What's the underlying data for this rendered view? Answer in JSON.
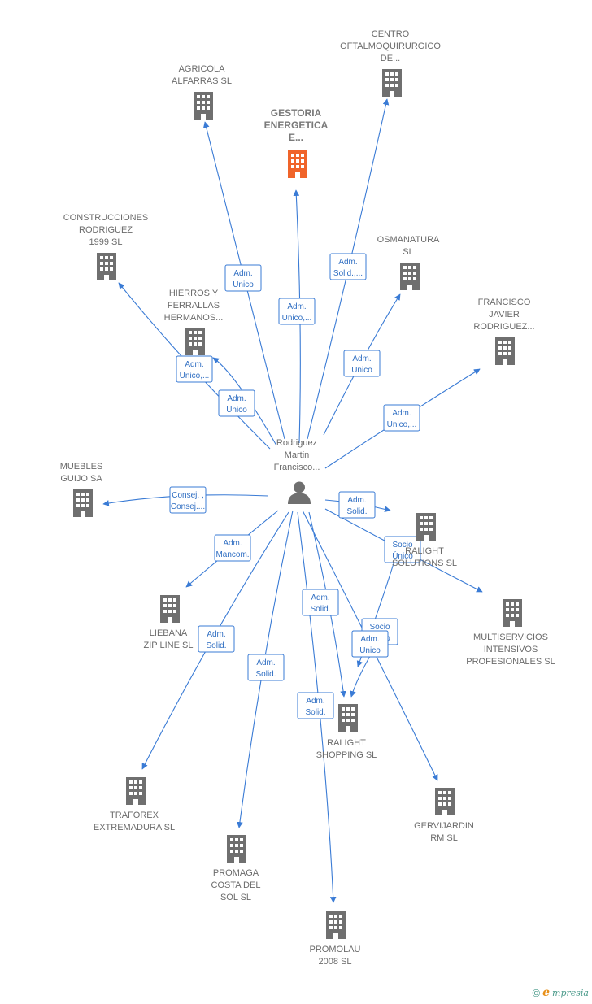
{
  "colors": {
    "edge": "#3a7bd5",
    "building": "#6f6f6f",
    "building_highlight": "#f0642a",
    "person": "#6f6f6f"
  },
  "center": {
    "label": [
      "Rodriguez",
      "Martin",
      "Francisco..."
    ],
    "icon": "person-icon"
  },
  "nodes": [
    {
      "id": "agricola",
      "label": [
        "AGRICOLA",
        "ALFARRAS SL"
      ],
      "highlight": false
    },
    {
      "id": "gestoria",
      "label": [
        "GESTORIA",
        "ENERGETICA",
        "E..."
      ],
      "highlight": true
    },
    {
      "id": "centro",
      "label": [
        "CENTRO",
        "OFTALMOQUIRURGICO",
        "DE..."
      ],
      "highlight": false
    },
    {
      "id": "construcciones",
      "label": [
        "CONSTRUCCIONES",
        "RODRIGUEZ",
        "1999  SL"
      ],
      "highlight": false
    },
    {
      "id": "osmanatura",
      "label": [
        "OSMANATURA",
        "SL"
      ],
      "highlight": false
    },
    {
      "id": "hierros",
      "label": [
        "HIERROS Y",
        "FERRALLAS",
        "HERMANOS..."
      ],
      "highlight": false
    },
    {
      "id": "francisco",
      "label": [
        "FRANCISCO",
        "JAVIER",
        "RODRIGUEZ..."
      ],
      "highlight": false
    },
    {
      "id": "muebles",
      "label": [
        "MUEBLES",
        "GUIJO SA"
      ],
      "highlight": false
    },
    {
      "id": "ralight_solutions",
      "label": [
        "RALIGHT",
        "SOLUTIONS SL"
      ],
      "highlight": false
    },
    {
      "id": "multiservicios",
      "label": [
        "MULTISERVICIOS",
        "INTENSIVOS",
        "PROFESIONALES SL"
      ],
      "highlight": false
    },
    {
      "id": "liebana",
      "label": [
        "LIEBANA",
        "ZIP LINE  SL"
      ],
      "highlight": false
    },
    {
      "id": "ralight_shopping",
      "label": [
        "RALIGHT",
        "SHOPPING  SL"
      ],
      "highlight": false
    },
    {
      "id": "traforex",
      "label": [
        "TRAFOREX",
        "EXTREMADURA SL"
      ],
      "highlight": false
    },
    {
      "id": "gervijardin",
      "label": [
        "GERVIJARDIN",
        "RM  SL"
      ],
      "highlight": false
    },
    {
      "id": "promaga",
      "label": [
        "PROMAGA",
        "COSTA DEL",
        "SOL SL"
      ],
      "highlight": false
    },
    {
      "id": "promolau",
      "label": [
        "PROMOLAU",
        "2008 SL"
      ],
      "highlight": false
    }
  ],
  "edges": [
    {
      "to": "agricola",
      "label": [
        "Adm.",
        "Unico"
      ]
    },
    {
      "to": "gestoria",
      "label": [
        "Adm.",
        "Unico,..."
      ]
    },
    {
      "to": "centro",
      "label": [
        "Adm.",
        "Solid.,..."
      ]
    },
    {
      "to": "construcciones",
      "label": [
        "Adm.",
        "Unico,..."
      ]
    },
    {
      "to": "osmanatura",
      "label": [
        "Adm.",
        "Unico"
      ]
    },
    {
      "to": "hierros",
      "label": [
        "Adm.",
        "Unico"
      ]
    },
    {
      "to": "francisco",
      "label": [
        "Adm.",
        "Unico,..."
      ]
    },
    {
      "to": "muebles",
      "label": [
        "Consej. ,",
        "Consej...."
      ]
    },
    {
      "to": "ralight_solutions",
      "label": [
        "Adm.",
        "Solid."
      ]
    },
    {
      "to": "multiservicios",
      "label": [
        "Socio",
        "Único"
      ]
    },
    {
      "to": "liebana",
      "label": [
        "Adm.",
        "Mancom."
      ]
    },
    {
      "to": "ralight_shopping",
      "label": [
        "Socio",
        "Único"
      ]
    },
    {
      "to": "ralight_shopping",
      "label": [
        "Adm.",
        "Solid."
      ]
    },
    {
      "to": "traforex",
      "label": [
        "Adm.",
        "Unico"
      ]
    },
    {
      "to": "gervijardin",
      "label": [
        "Adm.",
        "Solid."
      ]
    },
    {
      "to": "promaga",
      "label": [
        "Adm.",
        "Solid."
      ]
    },
    {
      "to": "ralight_shopping",
      "label": [
        "Adm.",
        "Solid."
      ]
    },
    {
      "to": "promolau",
      "label": [
        "Adm.",
        "Unico"
      ]
    }
  ],
  "footer": {
    "copyright": "©",
    "brand_initial": "e",
    "brand_rest": "mpresia"
  }
}
